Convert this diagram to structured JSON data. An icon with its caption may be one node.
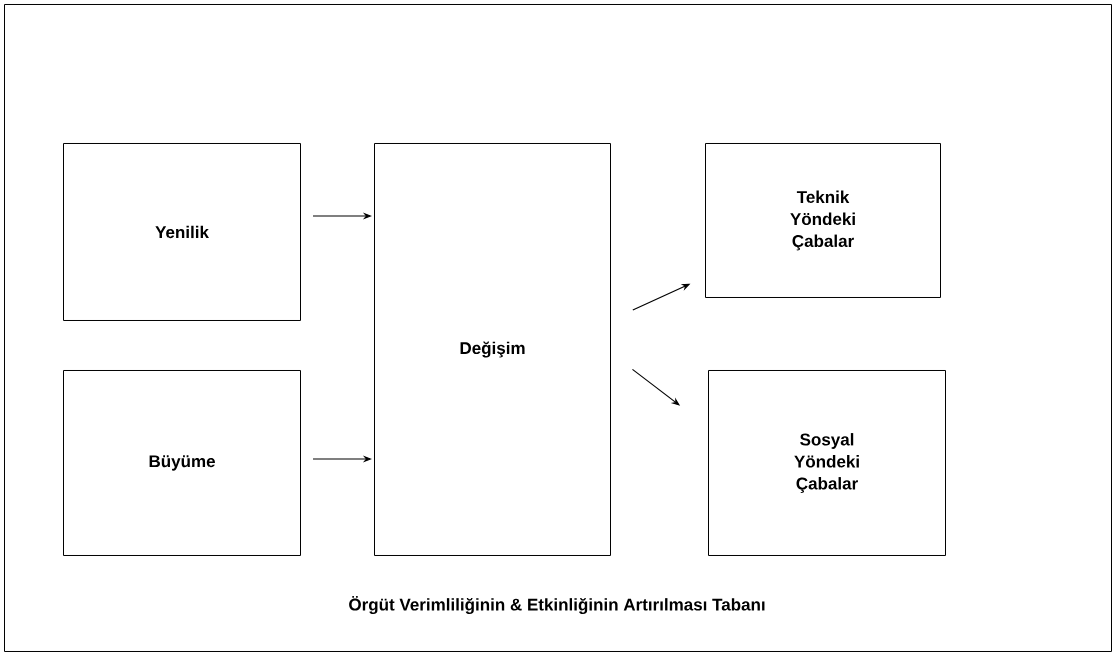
{
  "diagram": {
    "nodes": [
      {
        "text": [
          "Örgüt Verimliliğinin & Etkinliğinin Artırılması Tabanı"
        ]
      },
      {
        "text": [
          "Yenilik"
        ],
        "in": 0
      },
      {
        "text": [
          "Büyüme"
        ],
        "in": 0
      },
      {
        "text": [
          "Değişim"
        ],
        "in": 0
      },
      {
        "text": [
          "Teknik Yöndeki Çabalar"
        ],
        "in": 0
      },
      {
        "text": [
          "Sosyal Yöndeki Çabalar"
        ],
        "in": 0
      }
    ],
    "edges": [
      {
        "from": 1,
        "to": 3,
        "arrow": "to"
      },
      {
        "from": 2,
        "to": 3,
        "arrow": "to"
      },
      {
        "from": 3,
        "to": 4,
        "arrow": "to"
      },
      {
        "from": 3,
        "to": 5,
        "arrow": "to"
      }
    ]
  }
}
